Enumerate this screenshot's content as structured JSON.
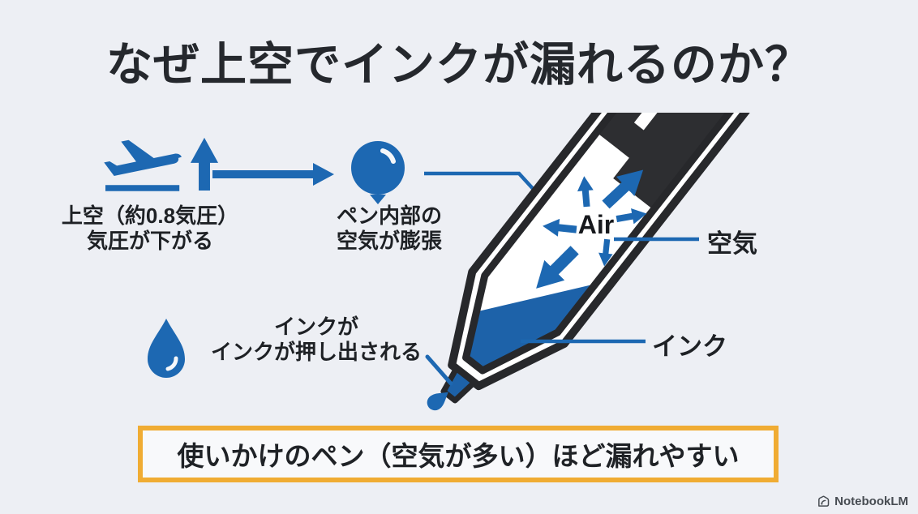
{
  "title": "なぜ上空でインクが漏れるのか？",
  "steps": {
    "altitude": {
      "line1": "上空（約0.8気圧）",
      "line2": "気圧が下がる"
    },
    "expansion": {
      "line1": "ペン内部の",
      "line2": "空気が膨張"
    }
  },
  "pen": {
    "air_text": "Air",
    "air_label": "空気",
    "ink_label": "インク"
  },
  "leak": {
    "line1": "インクが",
    "line2": "インクが押し出される"
  },
  "banner": {
    "text": "使いかけのペン（空気が多い）ほど漏れやすい"
  },
  "footer": {
    "brand": "NotebookLM"
  },
  "icons": {
    "airplane": "airplane-takeoff-icon",
    "up_arrow": "arrow-up-icon",
    "flow_arrow": "arrow-right-icon",
    "balloon": "balloon-icon",
    "drop": "ink-drop-icon",
    "leak_drop": "leaking-drop-icon",
    "pen": "marker-pen-illustration",
    "brand": "notebooklm-logo-icon"
  },
  "colors": {
    "background": "#edeff4",
    "blue": "#1d68b2",
    "ink_blue": "#1d62a9",
    "pen_outline": "#27282b",
    "pen_cap": "#2d2e31",
    "banner_border": "#f0ac33",
    "text_dark": "#25282d"
  }
}
